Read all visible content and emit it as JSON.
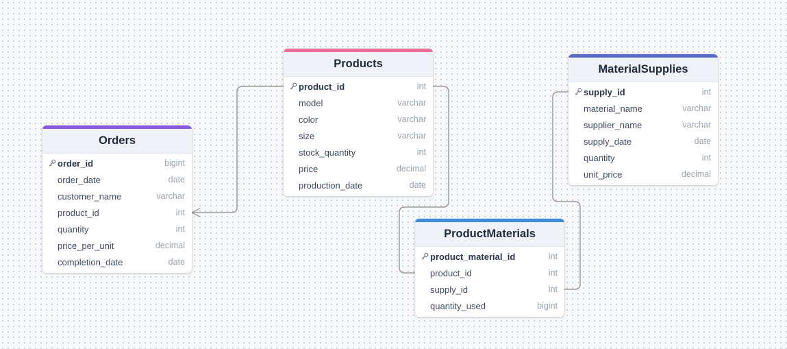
{
  "diagram": {
    "tables": [
      {
        "id": "orders",
        "name": "Orders",
        "accent": "#8c5ae0",
        "columns": [
          {
            "name": "order_id",
            "type": "bigint",
            "pk": true
          },
          {
            "name": "order_date",
            "type": "date"
          },
          {
            "name": "customer_name",
            "type": "varchar"
          },
          {
            "name": "product_id",
            "type": "int"
          },
          {
            "name": "quantity",
            "type": "int"
          },
          {
            "name": "price_per_unit",
            "type": "decimal"
          },
          {
            "name": "completion_date",
            "type": "date"
          }
        ]
      },
      {
        "id": "products",
        "name": "Products",
        "accent": "#ec6b97",
        "columns": [
          {
            "name": "product_id",
            "type": "int",
            "pk": true
          },
          {
            "name": "model",
            "type": "varchar"
          },
          {
            "name": "color",
            "type": "varchar"
          },
          {
            "name": "size",
            "type": "varchar"
          },
          {
            "name": "stock_quantity",
            "type": "int"
          },
          {
            "name": "price",
            "type": "decimal"
          },
          {
            "name": "production_date",
            "type": "date"
          }
        ]
      },
      {
        "id": "materialsupplies",
        "name": "MaterialSupplies",
        "accent": "#5b6bc8",
        "columns": [
          {
            "name": "supply_id",
            "type": "int",
            "pk": true
          },
          {
            "name": "material_name",
            "type": "varchar"
          },
          {
            "name": "supplier_name",
            "type": "varchar"
          },
          {
            "name": "supply_date",
            "type": "date"
          },
          {
            "name": "quantity",
            "type": "int"
          },
          {
            "name": "unit_price",
            "type": "decimal"
          }
        ]
      },
      {
        "id": "productmaterials",
        "name": "ProductMaterials",
        "accent": "#3d8bd9",
        "columns": [
          {
            "name": "product_material_id",
            "type": "int",
            "pk": true
          },
          {
            "name": "product_id",
            "type": "int"
          },
          {
            "name": "supply_id",
            "type": "int"
          },
          {
            "name": "quantity_used",
            "type": "bigint"
          }
        ]
      }
    ],
    "relationships": [
      {
        "from": "orders.product_id",
        "to": "products.product_id",
        "cardinality": "many-to-one"
      },
      {
        "from": "productmaterials.product_id",
        "to": "products.product_id",
        "cardinality": "many-to-one"
      },
      {
        "from": "productmaterials.supply_id",
        "to": "materialsupplies.supply_id",
        "cardinality": "many-to-one"
      }
    ],
    "connector_color": "#9a9a9a"
  }
}
